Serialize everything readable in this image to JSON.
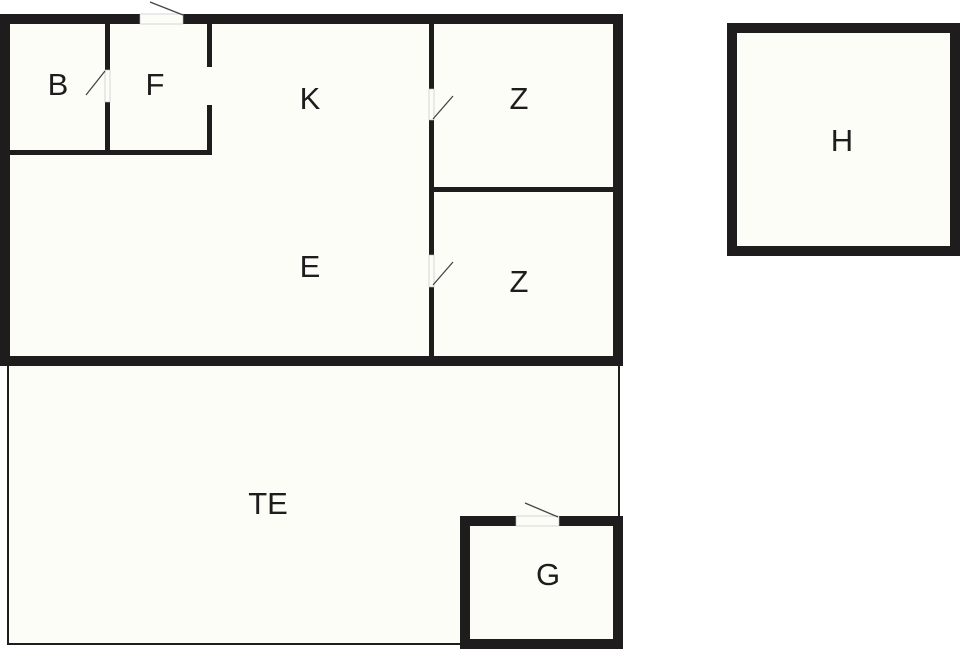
{
  "plan": {
    "rooms": [
      {
        "id": "B",
        "label": "B"
      },
      {
        "id": "F",
        "label": "F"
      },
      {
        "id": "K",
        "label": "K"
      },
      {
        "id": "Z1",
        "label": "Z"
      },
      {
        "id": "E",
        "label": "E"
      },
      {
        "id": "Z2",
        "label": "Z"
      },
      {
        "id": "H",
        "label": "H"
      },
      {
        "id": "TE",
        "label": "TE"
      },
      {
        "id": "G",
        "label": "G"
      }
    ]
  },
  "colors": {
    "wall": "#1e1c1d",
    "floor": "#fdfdf8",
    "background": "#ffffff"
  }
}
